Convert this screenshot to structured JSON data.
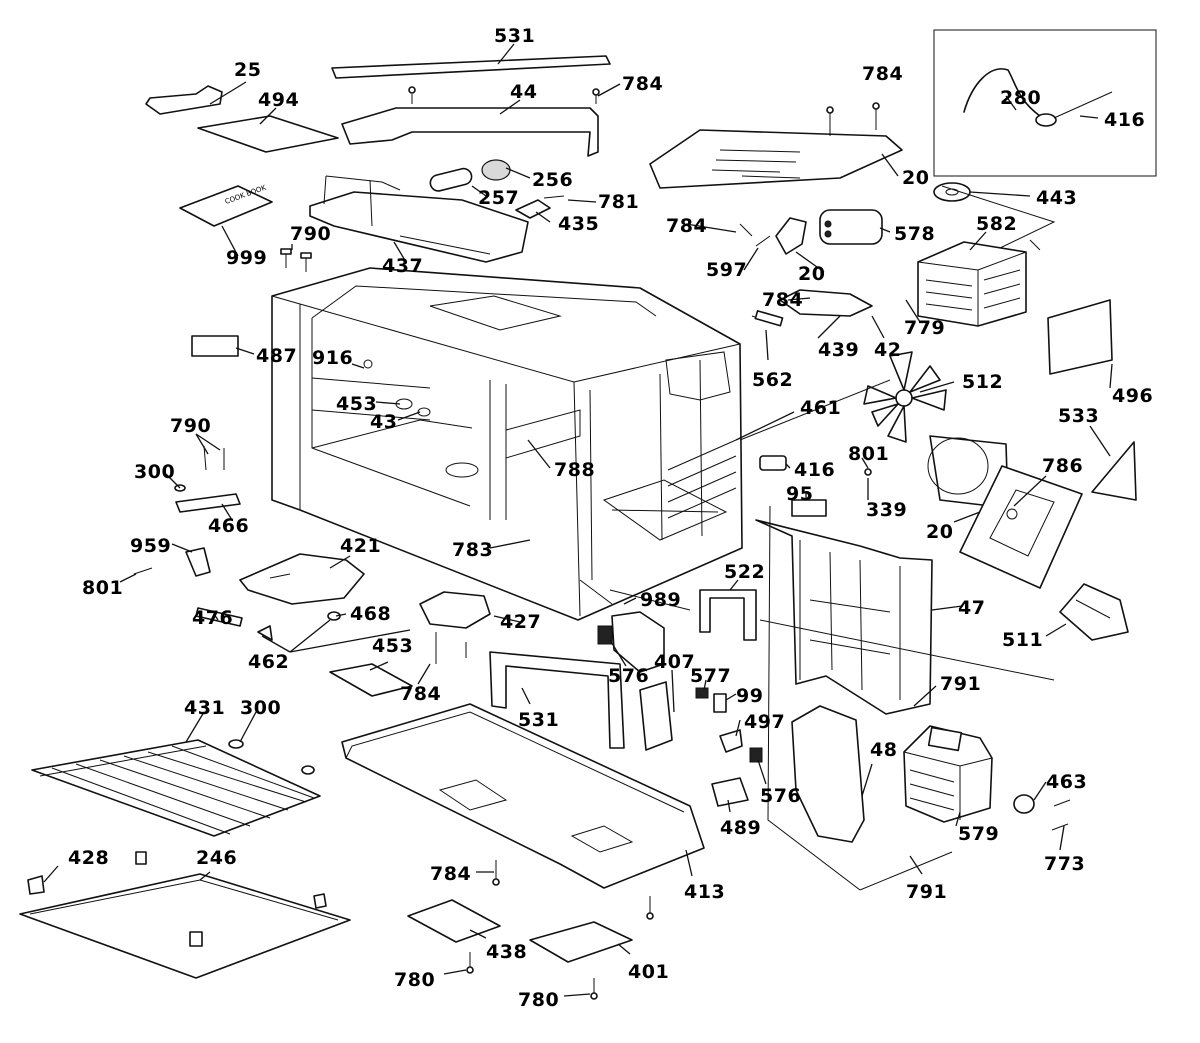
{
  "labels": {
    "p531_top": "531",
    "p25": "25",
    "p494": "494",
    "p44": "44",
    "p784_a": "784",
    "p784_b": "784",
    "p280": "280",
    "p416_a": "416",
    "p256": "256",
    "p257": "257",
    "p781": "781",
    "p435": "435",
    "p20_a": "20",
    "p443": "443",
    "p999": "999",
    "p790_a": "790",
    "p437": "437",
    "p784_c": "784",
    "p597": "597",
    "p578": "578",
    "p20_b": "20",
    "p582": "582",
    "p784_d": "784",
    "p779": "779",
    "p487": "487",
    "p916": "916",
    "p453_a": "453",
    "p43": "43",
    "p439": "439",
    "p42": "42",
    "p562": "562",
    "p512": "512",
    "p496": "496",
    "p461": "461",
    "p533": "533",
    "p790_b": "790",
    "p300_a": "300",
    "p788": "788",
    "p416_b": "416",
    "p801_a": "801",
    "p786": "786",
    "p466": "466",
    "p95": "95",
    "p339": "339",
    "p20_c": "20",
    "p959": "959",
    "p421": "421",
    "p783": "783",
    "p801_b": "801",
    "p522": "522",
    "p468": "468",
    "p989": "989",
    "p47": "47",
    "p476": "476",
    "p427": "427",
    "p453_b": "453",
    "p511": "511",
    "p462": "462",
    "p576_a": "576",
    "p407": "407",
    "p577": "577",
    "p784_e": "784",
    "p791_a": "791",
    "p99": "99",
    "p431": "431",
    "p300_b": "300",
    "p531_mid": "531",
    "p497": "497",
    "p48": "48",
    "p463": "463",
    "p576_b": "576",
    "p489": "489",
    "p579": "579",
    "p773": "773",
    "p428": "428",
    "p246": "246",
    "p784_f": "784",
    "p413": "413",
    "p791_b": "791",
    "p438": "438",
    "p401": "401",
    "p780_a": "780",
    "p780_b": "780"
  },
  "manual_cover_text": "COOK BOOK"
}
